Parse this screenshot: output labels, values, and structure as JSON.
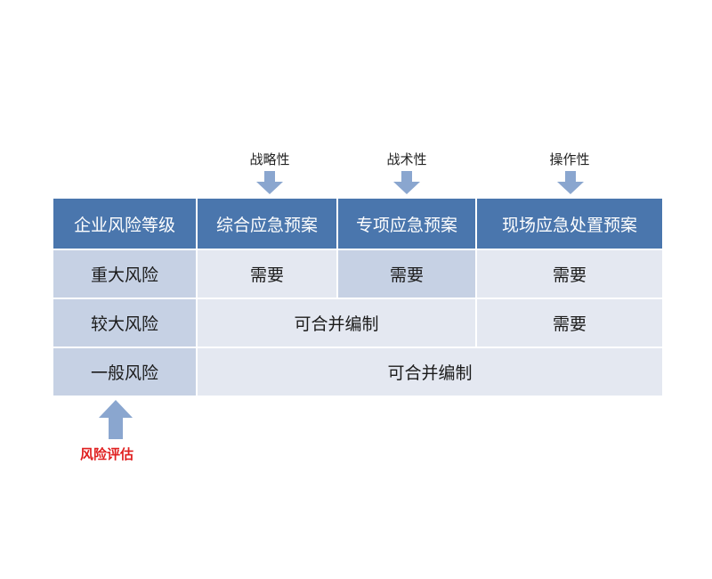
{
  "top_labels": [
    "战略性",
    "战术性",
    "操作性"
  ],
  "table": {
    "headers": [
      "企业风险等级",
      "综合应急预案",
      "专项应急预案",
      "现场应急处置预案"
    ],
    "rows": [
      {
        "level": "重大风险",
        "cells": [
          "需要",
          "需要",
          "需要"
        ]
      },
      {
        "level": "较大风险",
        "merged": "可合并编制",
        "last": "需要"
      },
      {
        "level": "一般风险",
        "merged": "可合并编制"
      }
    ]
  },
  "bottom_label": "风险评估",
  "colors": {
    "header": "#4a76ad",
    "row_head": "#c6d1e4",
    "cell": "#e4e8f1",
    "arrow": "#8aa6cf",
    "bottom_label": "#e02020"
  }
}
